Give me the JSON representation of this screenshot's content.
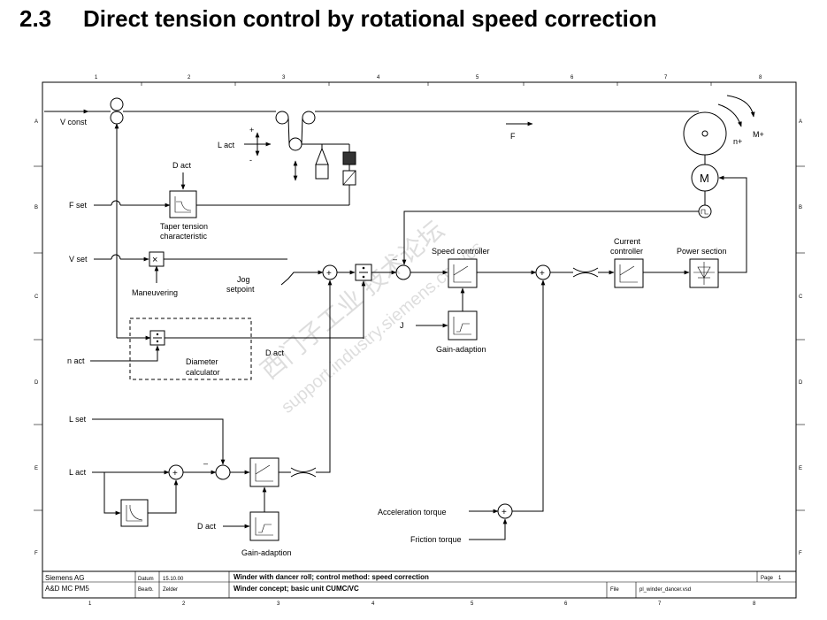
{
  "heading": {
    "number": "2.3",
    "title": "Direct tension control by rotational speed correction"
  },
  "grid": {
    "columns": [
      "1",
      "2",
      "3",
      "4",
      "5",
      "6",
      "7",
      "8"
    ],
    "rows": [
      "A",
      "B",
      "C",
      "D",
      "E",
      "F"
    ]
  },
  "labels": {
    "v_const": "V const",
    "l_act_top": "L act",
    "plus": "+",
    "minus": "-",
    "f": "F",
    "m_plus": "M+",
    "n_plus": "n+",
    "motor": "M",
    "d_act_taper": "D act",
    "f_set": "F set",
    "taper": [
      "Taper tension",
      "characteristic"
    ],
    "v_set": "V set",
    "maneuvering": "Maneuvering",
    "jog_setpoint": [
      "Jog",
      "setpoint"
    ],
    "speed_controller": "Speed controller",
    "current_controller": [
      "Current",
      "controller"
    ],
    "power_section": "Power section",
    "j": "J",
    "gain_adaption_speed": "Gain-adaption",
    "n_act": "n act",
    "diameter_calculator": [
      "Diameter",
      "calculator"
    ],
    "d_act_mid": "D act",
    "l_set": "L set",
    "l_act": "L act",
    "d_act_gain": "D act",
    "gain_adaption_bottom": "Gain-adaption",
    "acceleration_torque": "Acceleration torque",
    "friction_torque": "Friction torque",
    "diff_minus_speed": "–",
    "diff_minus_tension": "–"
  },
  "watermark": {
    "cn": "西门子工业 技术论坛",
    "url": "support.industry.siemens.com/cs"
  },
  "title_block": {
    "company": "Siemens AG",
    "department": "A&D MC PM5",
    "datum_label": "Datum",
    "datum_value": "15.10.00",
    "bearb_label": "Bearb.",
    "bearb_value": "Zelder",
    "line1": "Winder with dancer roll;  control method: speed correction",
    "line2": "Winder concept; basic unit CUMC/VC",
    "page_label": "Page",
    "page_value": "1",
    "file_label": "File",
    "file_value": "pl_winder_dancer.vsd"
  }
}
